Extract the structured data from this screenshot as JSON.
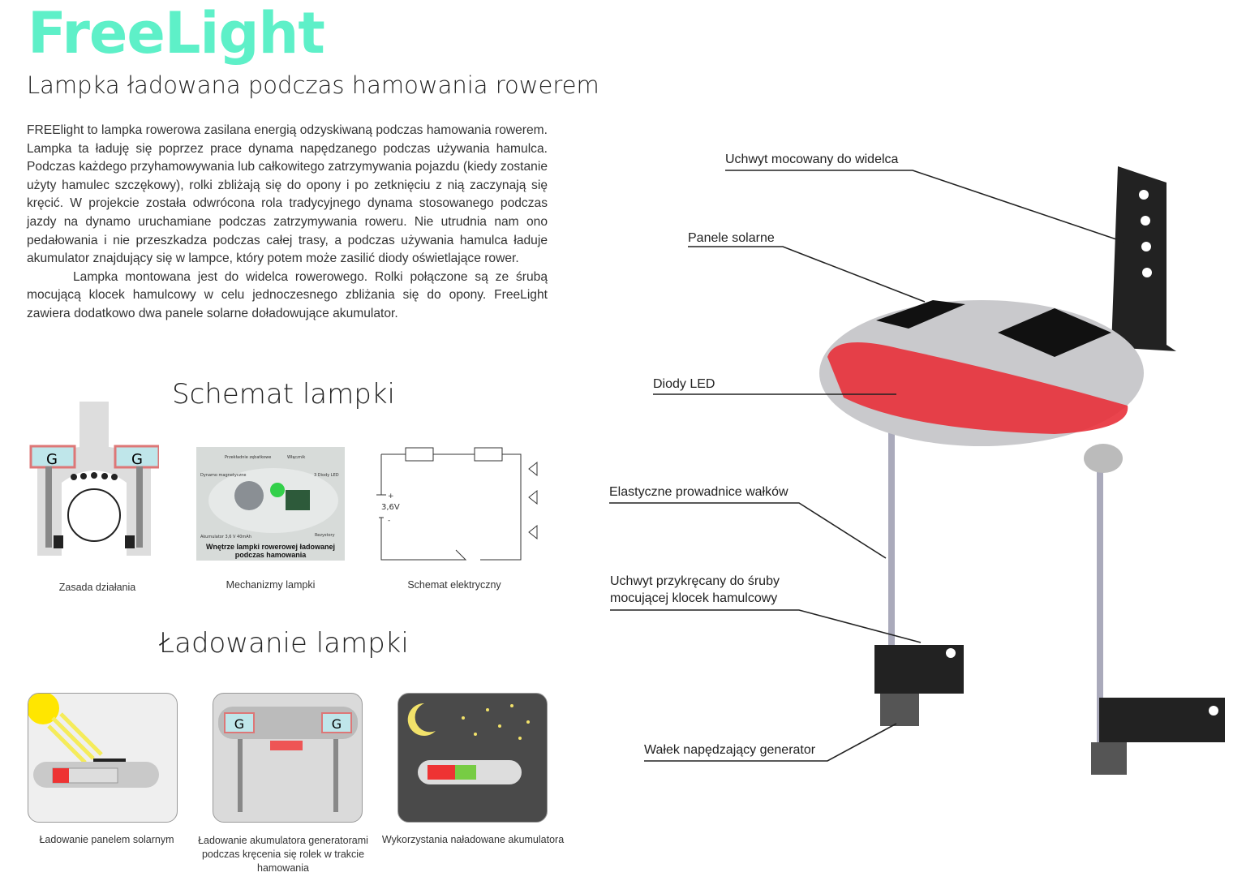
{
  "header": {
    "brand": "FreeLight",
    "subtitle": "Lampka ładowana podczas hamowania rowerem"
  },
  "description": {
    "paragraphs": [
      "FREElight to lampka rowerowa zasilana energią odzyskiwaną podczas hamowania rowerem. Lampka ta ładuję się poprzez prace dynama napędzanego podczas używania hamulca. Podczas każdego przyhamowywania lub całkowitego zatrzymywania pojazdu (kiedy zostanie użyty hamulec szczękowy), rolki zbliżają się do opony i po zetknięciu z nią zaczynają się kręcić. W projekcie została odwrócona rola tradycyjnego dynama stosowanego podczas jazdy na dynamo uruchamiane podczas zatrzymywania roweru. Nie utrudnia nam ono pedałowania i nie przeszkadza podczas całej trasy, a podczas używania hamulca ładuje akumulator znajdujący się w lampce, który potem może zasilić diody oświetlające rower.",
      "Lampka montowana jest do widelca rowerowego. Rolki połączone są ze śrubą mocującą klocek hamulcowy w celu jednoczesnego zbliżania się do opony. FreeLight zawiera dodatkowo dwa panele solarne doładowujące  akumulator."
    ]
  },
  "schema": {
    "title": "Schemat lampki",
    "generator_label": "G",
    "figures": [
      {
        "caption": "Zasada działania"
      },
      {
        "caption": "Mechanizmy  lampki"
      },
      {
        "caption": "Schemat elektryczny"
      }
    ],
    "mechanism_labels": {
      "gears": "Przekładnie zębatkowe",
      "switch": "Włącznik",
      "dynamo": "Dynamo magnetyczne",
      "leds": "3 Diody LED",
      "battery": "Akumulator 3,6 V 40mAh",
      "resistors": "Rezystory",
      "footer": "Wnętrze lampki rowerowej ładowanej podczas hamowania"
    },
    "circuit": {
      "voltage": "3,6V",
      "plus": "+",
      "minus": "-"
    }
  },
  "charging": {
    "title": "Ładowanie lampki",
    "figures": [
      {
        "caption": "Ładowanie panelem solarnym"
      },
      {
        "caption": "Ładowanie akumulatora generatorami podczas kręcenia się rolek w trakcie hamowania"
      },
      {
        "caption": "Wykorzystania naładowane akumulatora"
      }
    ]
  },
  "callouts": [
    "Uchwyt mocowany do widelca",
    "Panele solarne",
    "Diody LED",
    "Elastyczne prowadnice wałków",
    "Uchwyt przykręcany do śruby mocującej klocek hamulcowy",
    "Wałek napędzający generator"
  ],
  "colors": {
    "brand": "#5ef0c8",
    "led_red": "#e8303a",
    "lamp_body": "#c9c9cc"
  }
}
